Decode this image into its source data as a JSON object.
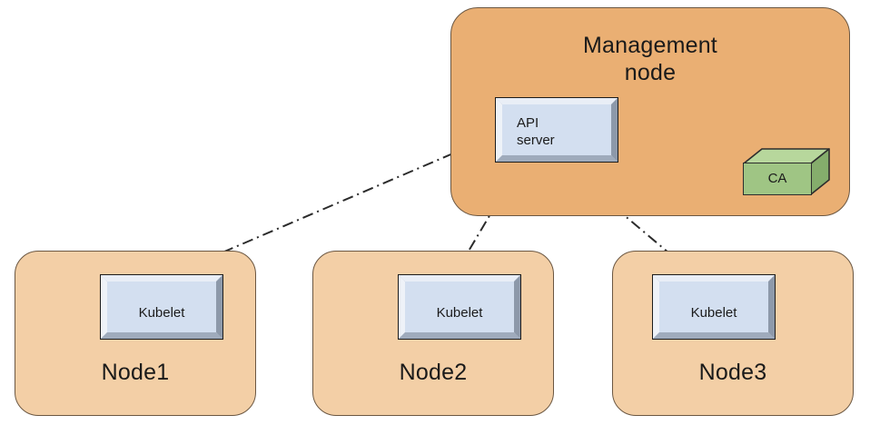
{
  "diagram": {
    "title_semantic": "kubernetes-node-certificate-flow",
    "background": "#ffffff",
    "colors": {
      "management_node_fill": "#eaaf73",
      "worker_node_fill": "#f3cfa6",
      "group_border": "#6b5742",
      "component_fill": "#d3dff0",
      "component_frame": "#b9c4d4",
      "component_border": "#1c1c1c",
      "ca_front": "#9fc584",
      "ca_top": "#b7d79c",
      "ca_side": "#85ad6c",
      "edge_line": "#2b2b2b"
    },
    "management_node": {
      "label": "Management node",
      "title_line_1": "Management",
      "title_line_2": "node",
      "api_server": {
        "label": "API server",
        "line_1": "API",
        "line_2": "server"
      },
      "ca": {
        "label": "CA"
      }
    },
    "worker_nodes": [
      {
        "label": "Node1",
        "component_label": "Kubelet"
      },
      {
        "label": "Node2",
        "component_label": "Kubelet"
      },
      {
        "label": "Node3",
        "component_label": "Kubelet"
      }
    ],
    "edges": [
      {
        "name": "api-server-to-kubelet-1",
        "from": "API server",
        "to": "Kubelet (Node1)",
        "style": "dash-dot",
        "arrows": "both"
      },
      {
        "name": "api-server-to-kubelet-2",
        "from": "API server",
        "to": "Kubelet (Node2)",
        "style": "dash-dot",
        "arrows": "both"
      },
      {
        "name": "api-server-to-kubelet-3",
        "from": "API server",
        "to": "Kubelet (Node3)",
        "style": "dash-dot",
        "arrows": "both"
      },
      {
        "name": "api-server-to-ca",
        "from": "API server",
        "to": "CA",
        "style": "dash-dot",
        "arrows": "both"
      }
    ]
  }
}
